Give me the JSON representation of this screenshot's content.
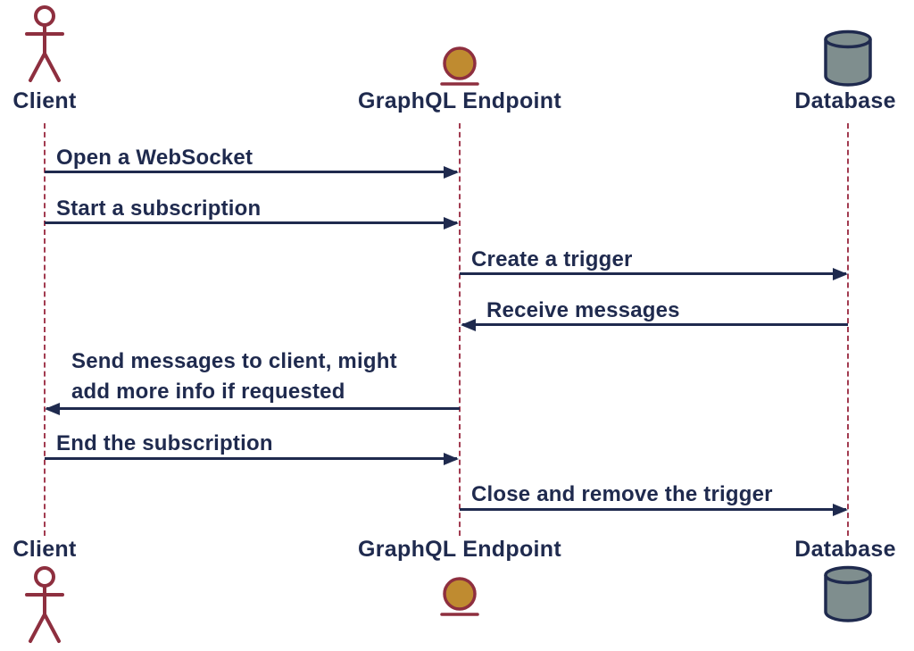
{
  "diagram": {
    "type": "sequence",
    "actors": [
      {
        "id": "client",
        "label": "Client",
        "icon": "person-icon"
      },
      {
        "id": "endpoint",
        "label": "GraphQL Endpoint",
        "icon": "endpoint-circle-icon"
      },
      {
        "id": "database",
        "label": "Database",
        "icon": "database-icon"
      }
    ],
    "messages": [
      {
        "from": "client",
        "to": "endpoint",
        "lines": [
          "Open a WebSocket"
        ]
      },
      {
        "from": "client",
        "to": "endpoint",
        "lines": [
          "Start a subscription"
        ]
      },
      {
        "from": "endpoint",
        "to": "database",
        "lines": [
          "Create a trigger"
        ]
      },
      {
        "from": "database",
        "to": "endpoint",
        "lines": [
          "Receive messages"
        ]
      },
      {
        "from": "endpoint",
        "to": "client",
        "lines": [
          "Send messages to client, might",
          "add more info if requested"
        ]
      },
      {
        "from": "client",
        "to": "endpoint",
        "lines": [
          "End the subscription"
        ]
      },
      {
        "from": "endpoint",
        "to": "database",
        "lines": [
          "Close and remove the trigger"
        ]
      }
    ],
    "colors": {
      "text": "#1f2a4e",
      "arrow": "#1f2a4e",
      "lifeline": "#a23b50",
      "figure_stroke": "#8e2f3f",
      "endpoint_fill": "#bf8b30",
      "database_fill": "#7f8e8e"
    }
  }
}
